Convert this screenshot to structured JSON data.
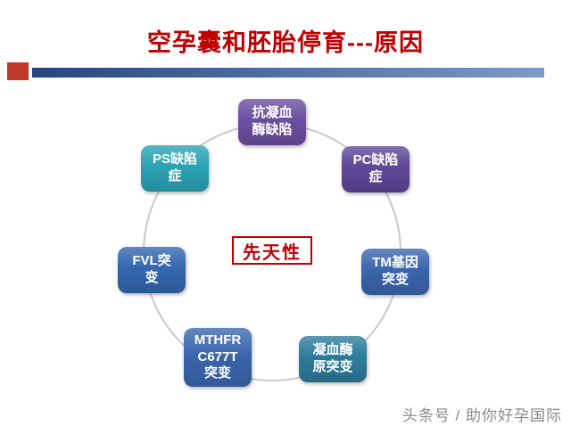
{
  "title": "空孕囊和胚胎停育---原因",
  "accent": {
    "title_color": "#c00000",
    "bar_gradient_start": "#24477e",
    "bar_gradient_end": "#7d9bc9",
    "red_square": "#c0392b",
    "circle_stroke": "#c9c9c9",
    "center_border": "#c00000"
  },
  "center_label": "先天性",
  "nodes": [
    {
      "label": "抗凝血\n酶缺陷",
      "color": "#6b4fa0"
    },
    {
      "label": "PC缺陷\n症",
      "color": "#5f4798"
    },
    {
      "label": "TM基因\n突变",
      "color": "#3b66ad"
    },
    {
      "label": "凝血酶\n原突变",
      "color": "#2d7c9b"
    },
    {
      "label": "MTHFR\nC677T\n突变",
      "color": "#3b66ad"
    },
    {
      "label": "FVL突\n变",
      "color": "#3467ae"
    },
    {
      "label": "PS缺陷\n症",
      "color": "#2ba3b4"
    }
  ],
  "watermark": "头条号 / 助你好孕国际"
}
